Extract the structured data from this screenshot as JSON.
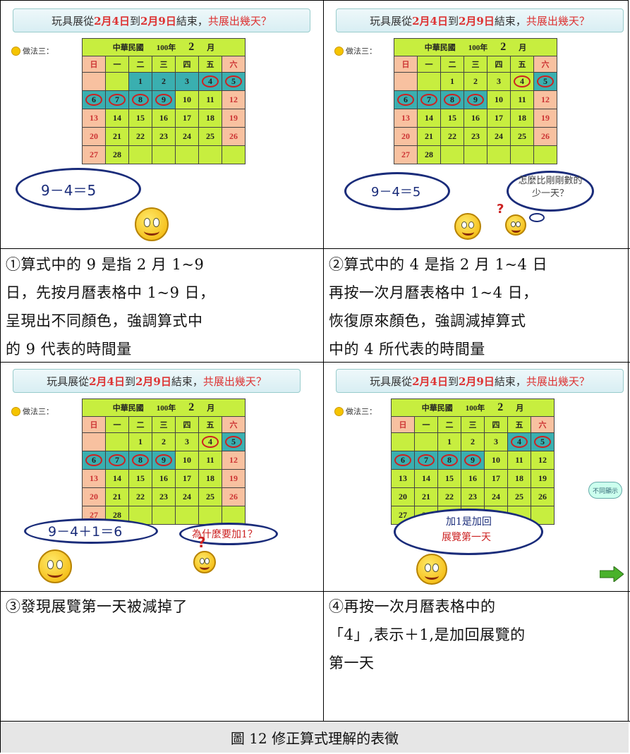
{
  "slides": [
    {
      "title_prefix": "玩具展從",
      "title_d1": "2月4日",
      "title_mid1": "到",
      "title_d2": "2月9日",
      "title_mid2": "結束，",
      "title_q": "共展出幾天？",
      "method": "做法三：",
      "cal_header": {
        "era": "中華民國",
        "year": "100年",
        "month": "2",
        "month_unit": "月"
      },
      "weekdays": [
        "日",
        "一",
        "二",
        "三",
        "四",
        "五",
        "六"
      ],
      "formula": "9－4＝5",
      "think": ""
    },
    {
      "title_prefix": "玩具展從",
      "title_d1": "2月4日",
      "title_mid1": "到",
      "title_d2": "2月9日",
      "title_mid2": "結束，",
      "title_q": "共展出幾天？",
      "method": "做法三：",
      "cal_header": {
        "era": "中華民國",
        "year": "100年",
        "month": "2",
        "month_unit": "月"
      },
      "weekdays": [
        "日",
        "一",
        "二",
        "三",
        "四",
        "五",
        "六"
      ],
      "formula": "9－4＝5",
      "think": "怎麼比剛剛數的少一天？"
    },
    {
      "title_prefix": "玩具展從",
      "title_d1": "2月4日",
      "title_mid1": "到",
      "title_d2": "2月9日",
      "title_mid2": "結束，",
      "title_q": "共展出幾天？",
      "method": "做法三：",
      "cal_header": {
        "era": "中華民國",
        "year": "100年",
        "month": "2",
        "month_unit": "月"
      },
      "weekdays": [
        "日",
        "一",
        "二",
        "三",
        "四",
        "五",
        "六"
      ],
      "formula": "9－4＋1＝6",
      "think": "為什麼要加1？"
    },
    {
      "title_prefix": "玩具展從",
      "title_d1": "2月4日",
      "title_mid1": "到",
      "title_d2": "2月9日",
      "title_mid2": "結束，",
      "title_q": "共展出幾天？",
      "method": "做法三：",
      "cal_header": {
        "era": "中華民國",
        "year": "100年",
        "month": "2",
        "month_unit": "月"
      },
      "weekdays": [
        "日",
        "一",
        "二",
        "三",
        "四",
        "五",
        "六"
      ],
      "formula": "加1是加回展覽第一天",
      "formula_line1": "加1是加回",
      "formula_line2": "展覽第一天",
      "button": "不同顯示"
    }
  ],
  "captions": {
    "c1": "①算式中的 9 是指 2 月 1~9 日，先按月曆表格中 1~9 日，呈現出不同顏色，強調算式中的 9 代表的時間量",
    "c1_l1": "①算式中的 9 是指 2 月 1~9",
    "c1_l2": "日，先按月曆表格中 1~9 日，",
    "c1_l3": "呈現出不同顏色，強調算式中",
    "c1_l4": "的 9 代表的時間量",
    "c2_l1": "②算式中的 4 是指 2 月 1~4 日",
    "c2_l2": "再按一次月曆表格中 1~4 日，",
    "c2_l3": "恢復原來顏色，強調減掉算式",
    "c2_l4": "中的 4 所代表的時間量",
    "c3_l1": "③發現展覽第一天被減掉了",
    "c4_l1": "④再按一次月曆表格中的",
    "c4_l2": "「4」,表示＋1,是加回展覽的",
    "c4_l3": "第一天"
  },
  "footer": "圖 12 修正算式理解的表徵",
  "colors": {
    "header_green": "#c7ee3f",
    "weekend": "#f8c1a0",
    "highlight": "#3aafb0",
    "ring": "#c22",
    "cloud_border": "#1a2c7a"
  }
}
